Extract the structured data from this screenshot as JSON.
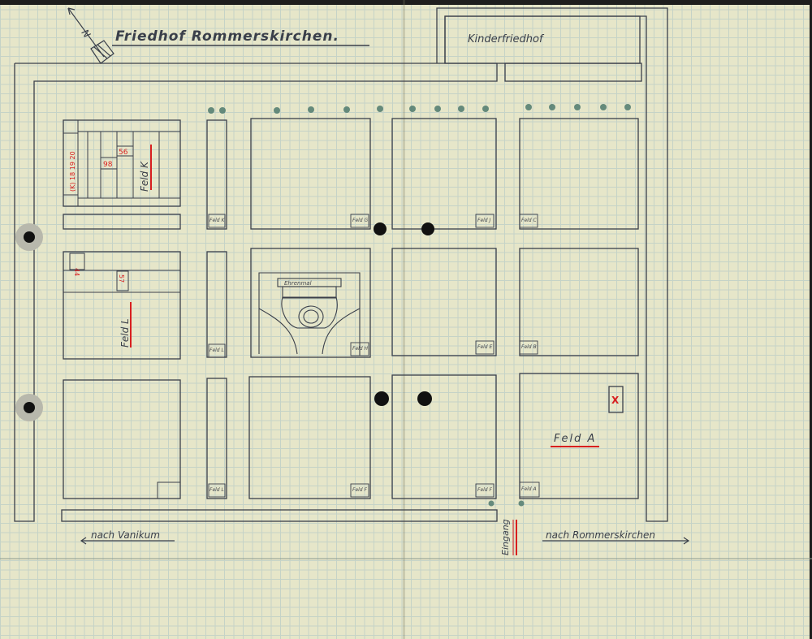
{
  "title": "Friedhof Rommerskirchen.",
  "north_letter": "N",
  "kinderfriedhof": "Kinderfriedhof",
  "ehrenmal": "Ehrenmal",
  "entrance": "Eingang",
  "direction_left": "nach Vanikum",
  "direction_right": "nach Rommerskirchen",
  "fields": {
    "k_big": "Feld K",
    "l_big": "Feld L",
    "a_big": "Feld A",
    "small_k": "Feld K",
    "small_g": "Feld G",
    "small_j": "Feld J",
    "small_c": "Feld C",
    "small_l": "Feld L",
    "small_h": "Feld H",
    "small_e": "Feld E",
    "small_b": "Feld B",
    "small_lst": "Feld L",
    "small_f1": "Feld F",
    "small_f2": "Feld F",
    "small_a": "Feld A"
  },
  "numbers": {
    "n56": "56",
    "n98": "98",
    "side_k": "(K) 18 19 20",
    "n44": "44",
    "n57": "57"
  },
  "marker": "X",
  "colors": {
    "ink": "#3a3f4a",
    "red": "#d81f1f",
    "tree": "#4f7a6e"
  }
}
